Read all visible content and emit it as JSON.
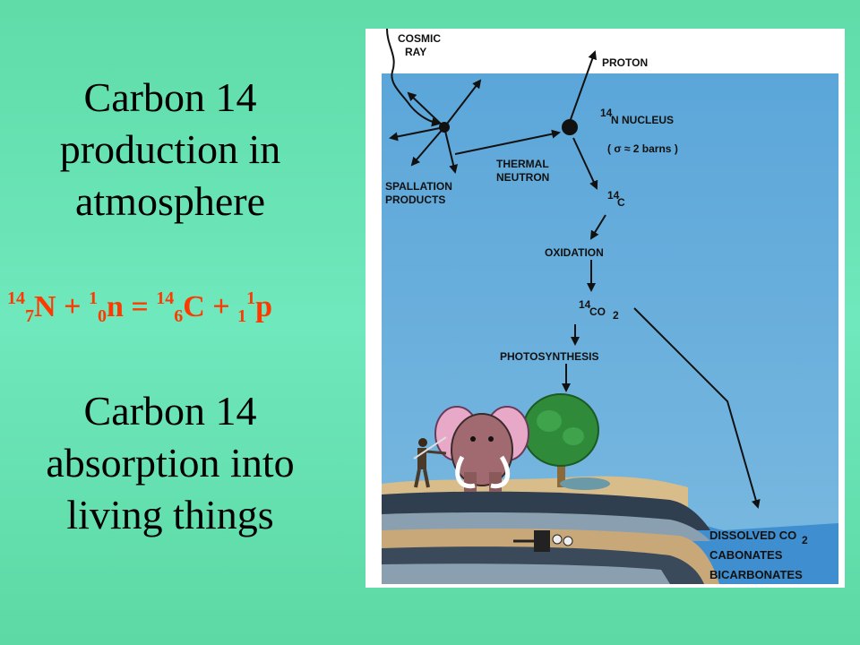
{
  "left_panel": {
    "heading_production": [
      "Carbon 14",
      "production in",
      "atmosphere"
    ],
    "heading_absorption": [
      "Carbon 14",
      "absorption into",
      "living things"
    ],
    "equation": {
      "n_mass": "14",
      "n_atomic": "7",
      "n_symbol": "N",
      "plus1": "+",
      "neutron_mass": "1",
      "neutron_atomic": "0",
      "neutron_symbol": "n",
      "equals": "=",
      "c_mass": "14",
      "c_atomic": "6",
      "c_symbol": "C",
      "plus2": "+",
      "proton_mass": "1",
      "proton_atomic": "1",
      "proton_symbol": "p"
    }
  },
  "diagram": {
    "cosmic_ray": [
      "COSMIC",
      "RAY"
    ],
    "proton": "PROTON",
    "n_nucleus_mass": "14",
    "n_nucleus": "N  NUCLEUS",
    "cross_section": "( σ ≈  2 barns )",
    "thermal_neutron": [
      "THERMAL",
      "NEUTRON"
    ],
    "spallation": [
      "SPALLATION",
      "PRODUCTS"
    ],
    "c14_mass": "14",
    "c14_symbol": "C",
    "oxidation": "OXIDATION",
    "co2_mass": "14",
    "co2_symbol": "CO",
    "co2_sub": "2",
    "photosynthesis": "PHOTOSYNTHESIS",
    "dissolved": "DISSOLVED CO",
    "dissolved_sub": "2",
    "carbonates": "CABONATES",
    "bicarbonates": "BICARBONATES"
  },
  "colors": {
    "background": "#63dfae",
    "heading_text": "#000000",
    "equation_text": "#ff3a00",
    "sky": "#5ea8d8",
    "sea": "#3f8fd0",
    "ground": "#c8a878",
    "strata": "#2f3f4f",
    "tree": "#2f8a3a",
    "mammoth": "#e8a8c8"
  }
}
